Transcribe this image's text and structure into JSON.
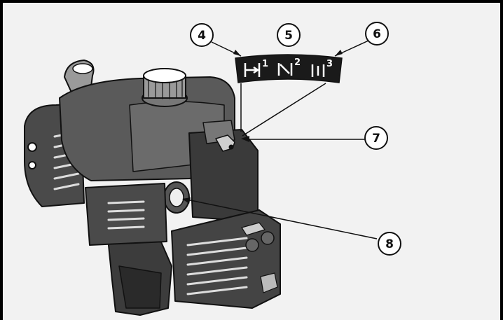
{
  "callouts": [
    {
      "id": "4",
      "label": "4"
    },
    {
      "id": "5",
      "label": "5"
    },
    {
      "id": "6",
      "label": "6"
    },
    {
      "id": "7",
      "label": "7"
    },
    {
      "id": "8",
      "label": "8"
    }
  ],
  "choke_label": {
    "positions": [
      {
        "symbol": "choke-full-icon",
        "number": "1"
      },
      {
        "symbol": "choke-half-icon",
        "number": "2"
      },
      {
        "symbol": "choke-run-icon",
        "number": "3"
      }
    ]
  },
  "colors": {
    "frame": "#000000",
    "background": "#f2f2f2",
    "ink": "#111111",
    "label_bg": "#1a1a1a"
  }
}
